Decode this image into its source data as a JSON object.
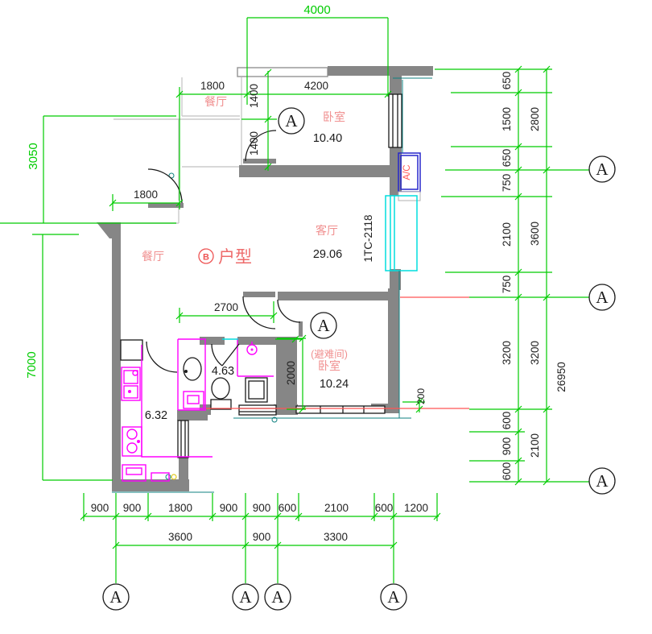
{
  "unit": {
    "circle_mark": "B",
    "label": "户型"
  },
  "rooms": {
    "dining_top": "餐厅",
    "dining": "餐厅",
    "bedroom1": {
      "label": "卧室",
      "area": "10.40"
    },
    "living": {
      "label": "客厅",
      "area": "29.06"
    },
    "bedroom2": {
      "note": "(避难间)",
      "label": "卧室",
      "area": "10.24"
    },
    "bath": {
      "area": "4.63"
    },
    "kitchen": {
      "area": "6.32"
    },
    "ac_platform": "A/C",
    "window_tag": "1TC-2118"
  },
  "dims": {
    "top": {
      "overall": "4000",
      "row": [
        "1800",
        "4200"
      ],
      "vertical": [
        "1400",
        "1400"
      ]
    },
    "left": {
      "upper": "3050",
      "lower": "7000"
    },
    "interior": {
      "terrace_door": "1800",
      "hall": "2700",
      "bedroom2_depth": "2000",
      "axis_offset": "200"
    },
    "right": {
      "inner": [
        "650",
        "1500",
        "650",
        "750",
        "2100",
        "750",
        "3200",
        "600",
        "900",
        "600"
      ],
      "outer": [
        "2800",
        "3600",
        "3200",
        "2100"
      ],
      "total": "26950"
    },
    "bottom": {
      "row1": [
        "900",
        "900",
        "1800",
        "900",
        "900",
        "600",
        "2100",
        "600",
        "1200"
      ],
      "row2": [
        "3600",
        "900",
        "3300"
      ]
    }
  },
  "axis": {
    "label": "A"
  },
  "colors": {
    "green": "#00cc00",
    "wall": "#868686",
    "light": "#cbcbcb",
    "pink": "#f08f8f",
    "red": "#ff5555",
    "magenta": "#ff00ff",
    "cyan": "#00dede",
    "teal": "#0f8080",
    "blue": "#2626cc"
  }
}
